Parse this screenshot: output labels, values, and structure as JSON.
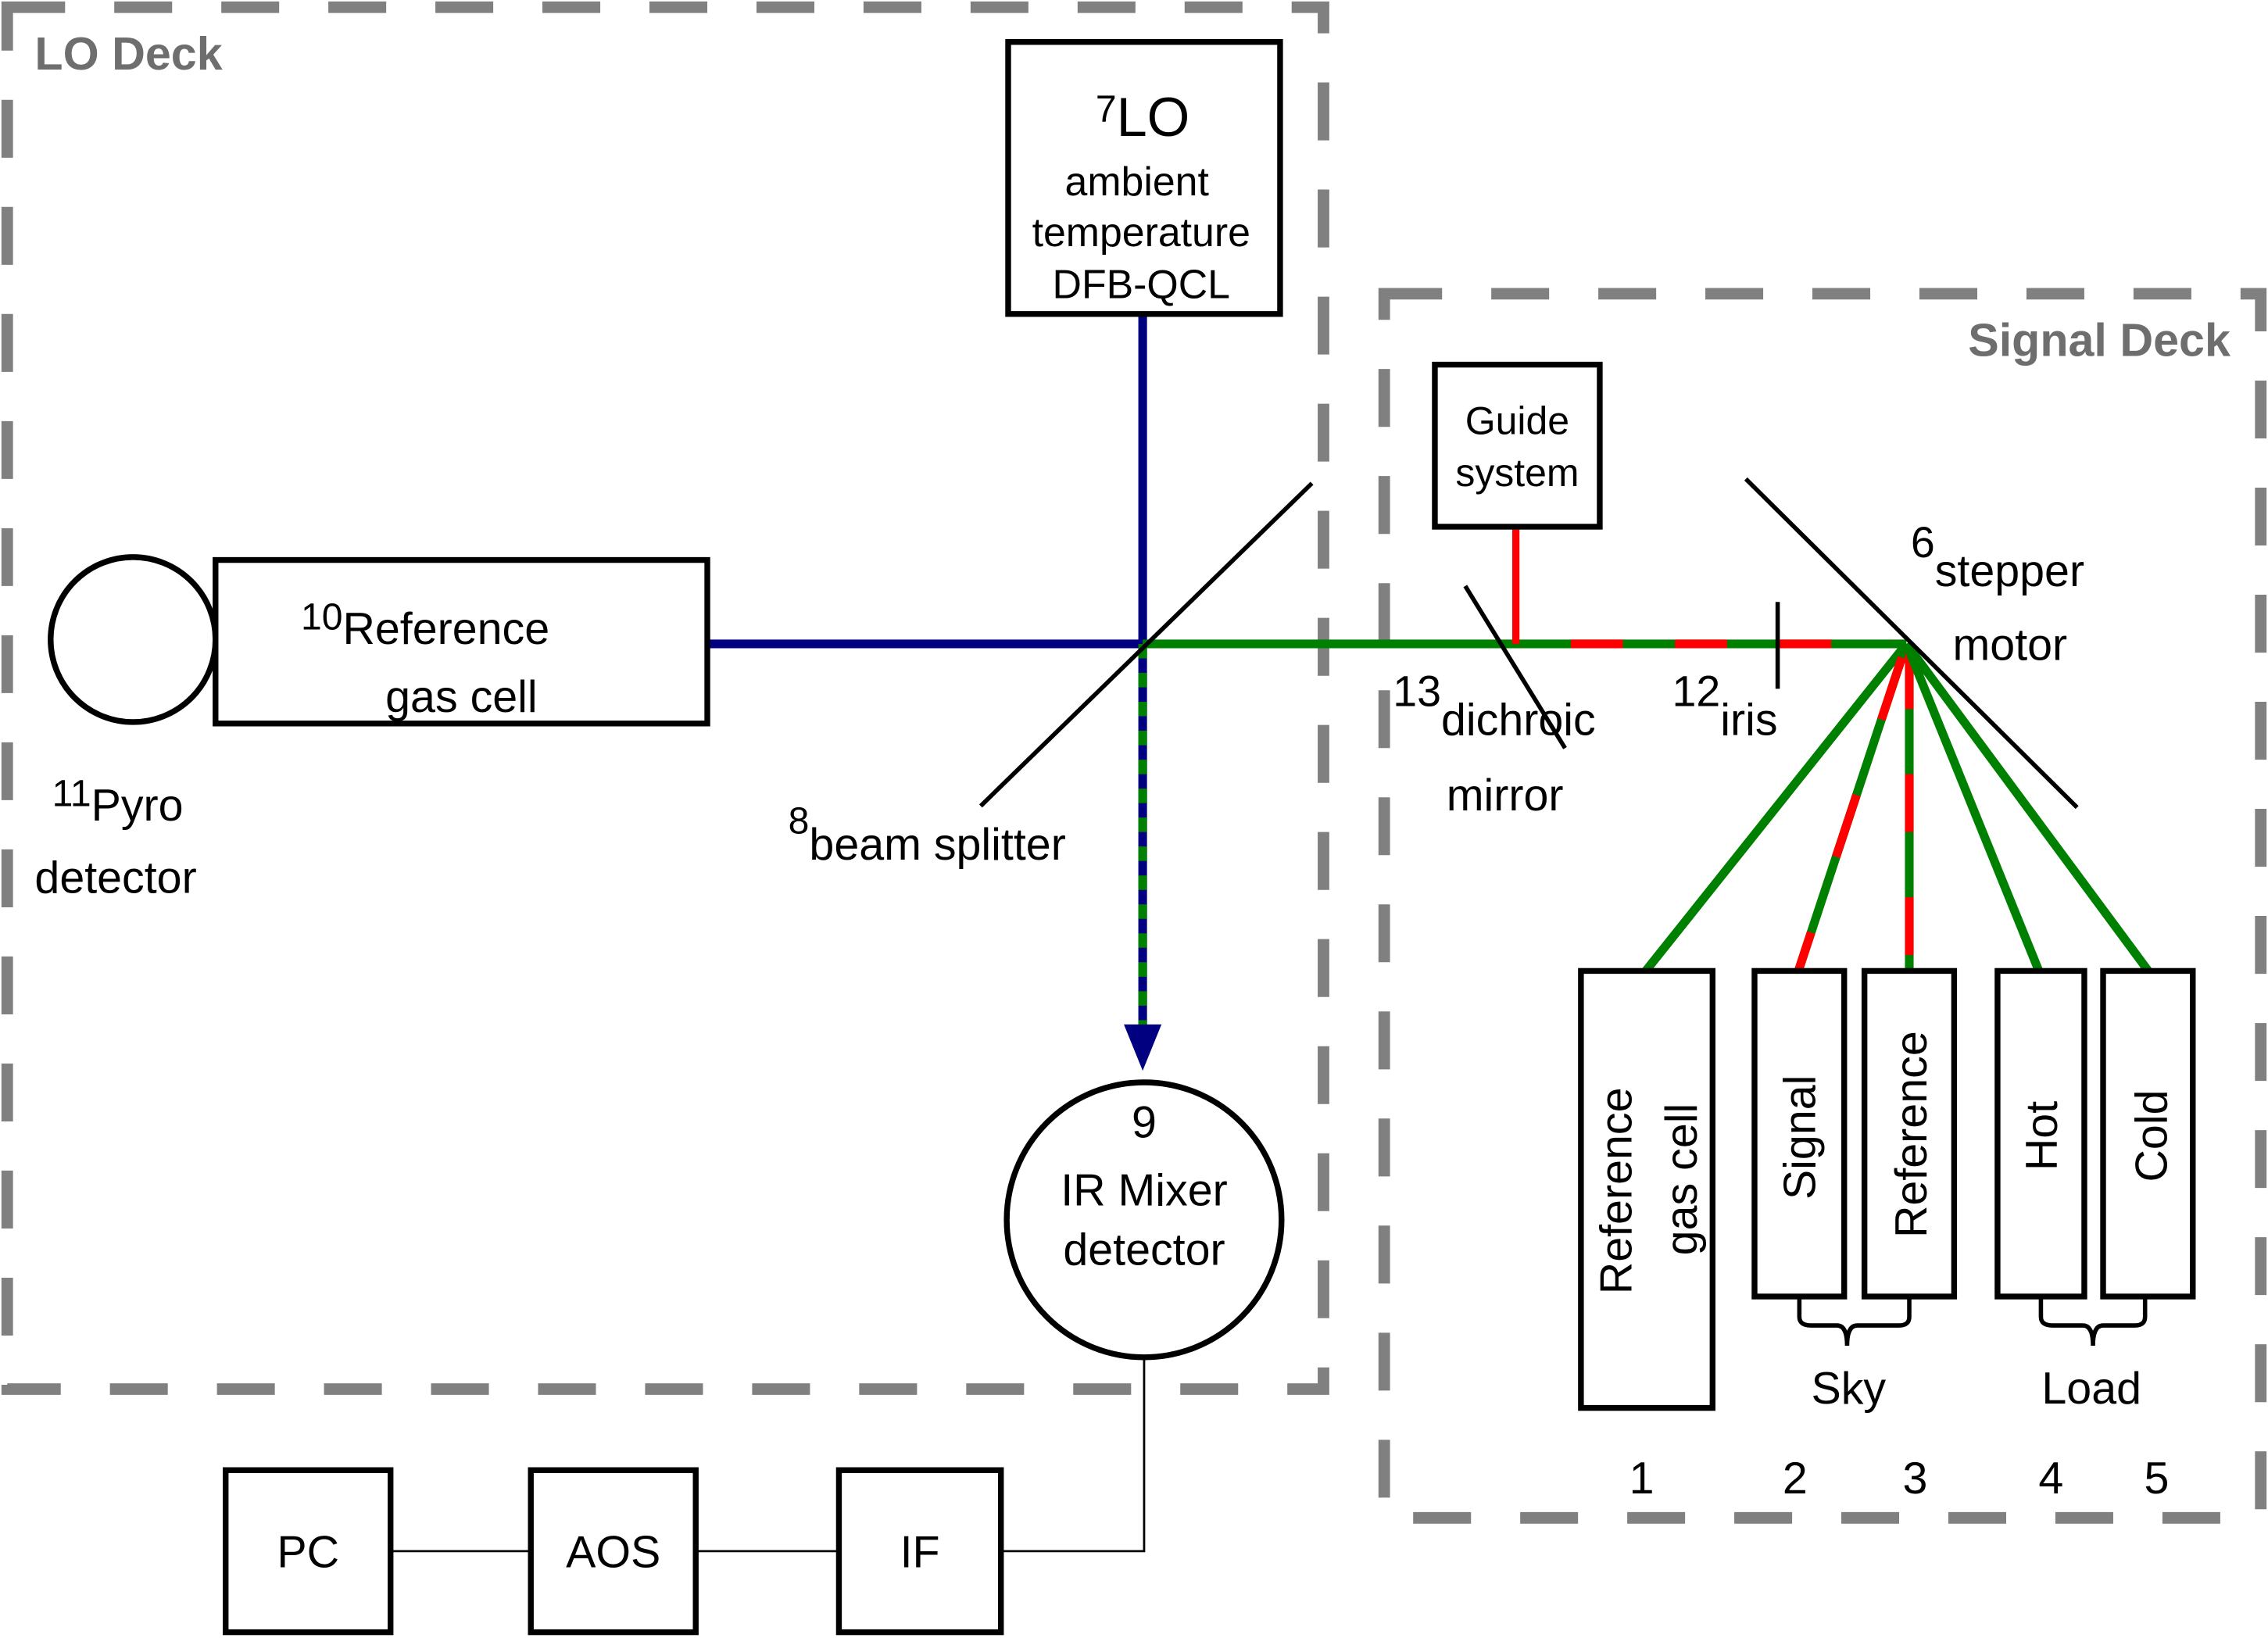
{
  "decks": {
    "lo": "LO Deck",
    "signal": "Signal Deck"
  },
  "colors": {
    "lo_beam": "#000080",
    "signal_beam": "#008000",
    "guide_beam": "#ff0000",
    "deck_border": "#808080"
  },
  "components": {
    "lo": {
      "num": "7",
      "name": "LO",
      "line1": "ambient",
      "line2": "temperature",
      "line3": "DFB-QCL"
    },
    "beam_splitter": {
      "num": "8",
      "name": "beam splitter"
    },
    "ir_mixer": {
      "num": "9",
      "line1": "IR Mixer",
      "line2": "detector"
    },
    "ref_gas_cell": {
      "num": "10",
      "line1": "Reference",
      "line2": "gas cell"
    },
    "pyro": {
      "num": "11",
      "line1": "Pyro",
      "line2": "detector"
    },
    "iris": {
      "num": "12",
      "name": "iris"
    },
    "dichroic": {
      "num": "13",
      "line1": "dichroic",
      "line2": "mirror"
    },
    "stepper": {
      "num": "6",
      "line1": "stepper",
      "line2": "motor"
    },
    "guide": {
      "line1": "Guide",
      "line2": "system"
    }
  },
  "backend": [
    "PC",
    "AOS",
    "IF"
  ],
  "targets": [
    {
      "num": "1",
      "line1": "Reference",
      "line2": "gas cell"
    },
    {
      "num": "2",
      "line1": "Signal"
    },
    {
      "num": "3",
      "line1": "Reference"
    },
    {
      "num": "4",
      "line1": "Hot"
    },
    {
      "num": "5",
      "line1": "Cold"
    }
  ],
  "groups": {
    "sky": "Sky",
    "load": "Load"
  }
}
